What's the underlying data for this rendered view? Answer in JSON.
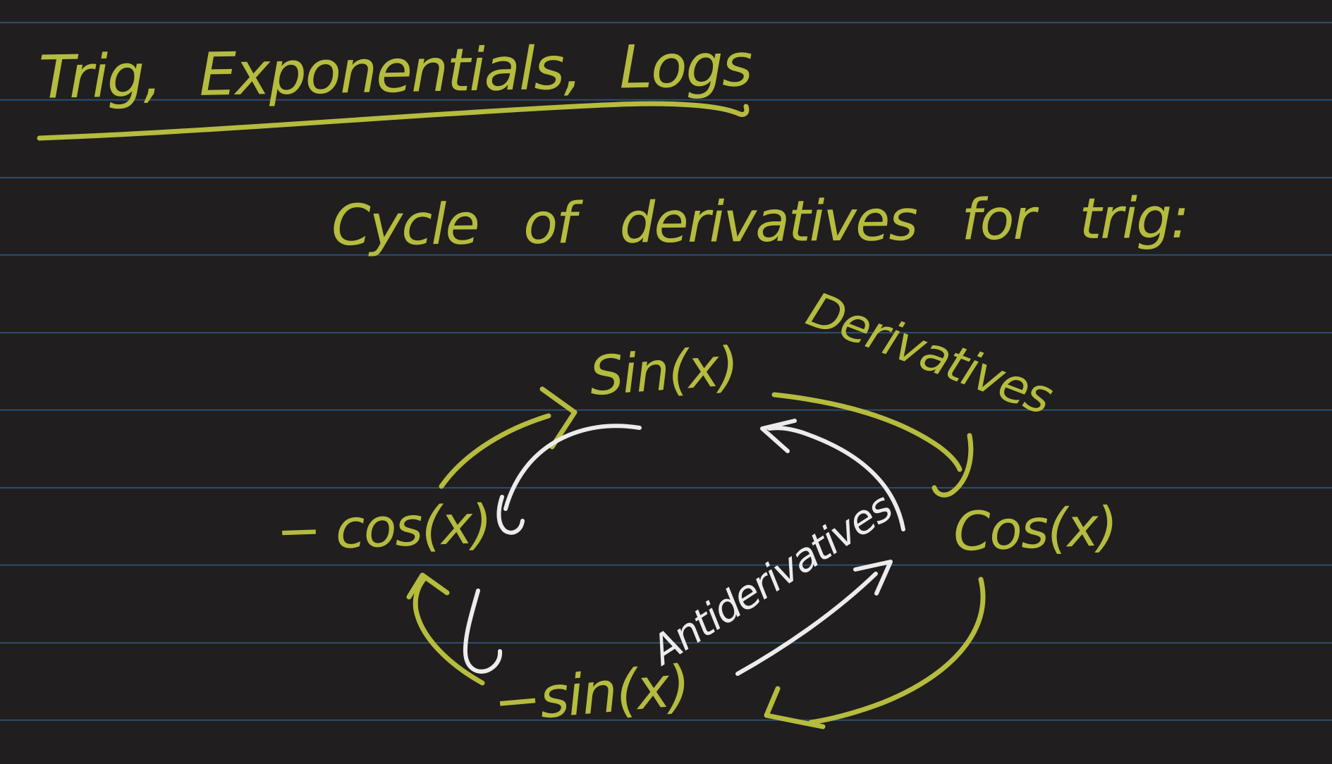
{
  "note": {
    "title": "Trig, Exponentials, Logs",
    "heading": "Cycle of derivatives for trig:",
    "cycle": {
      "node_top": "Sin(x)",
      "node_right": "Cos(x)",
      "node_left": "− cos(x)",
      "node_bottom": "−sin(x)",
      "clockwise_label": "Derivatives",
      "counterclockwise_label": "Antiderivatives"
    },
    "colors": {
      "background": "#201e1e",
      "rule_line": "#2d4d6e",
      "pen_yellow": "#b5bc3e",
      "pen_white": "#ececec"
    }
  }
}
